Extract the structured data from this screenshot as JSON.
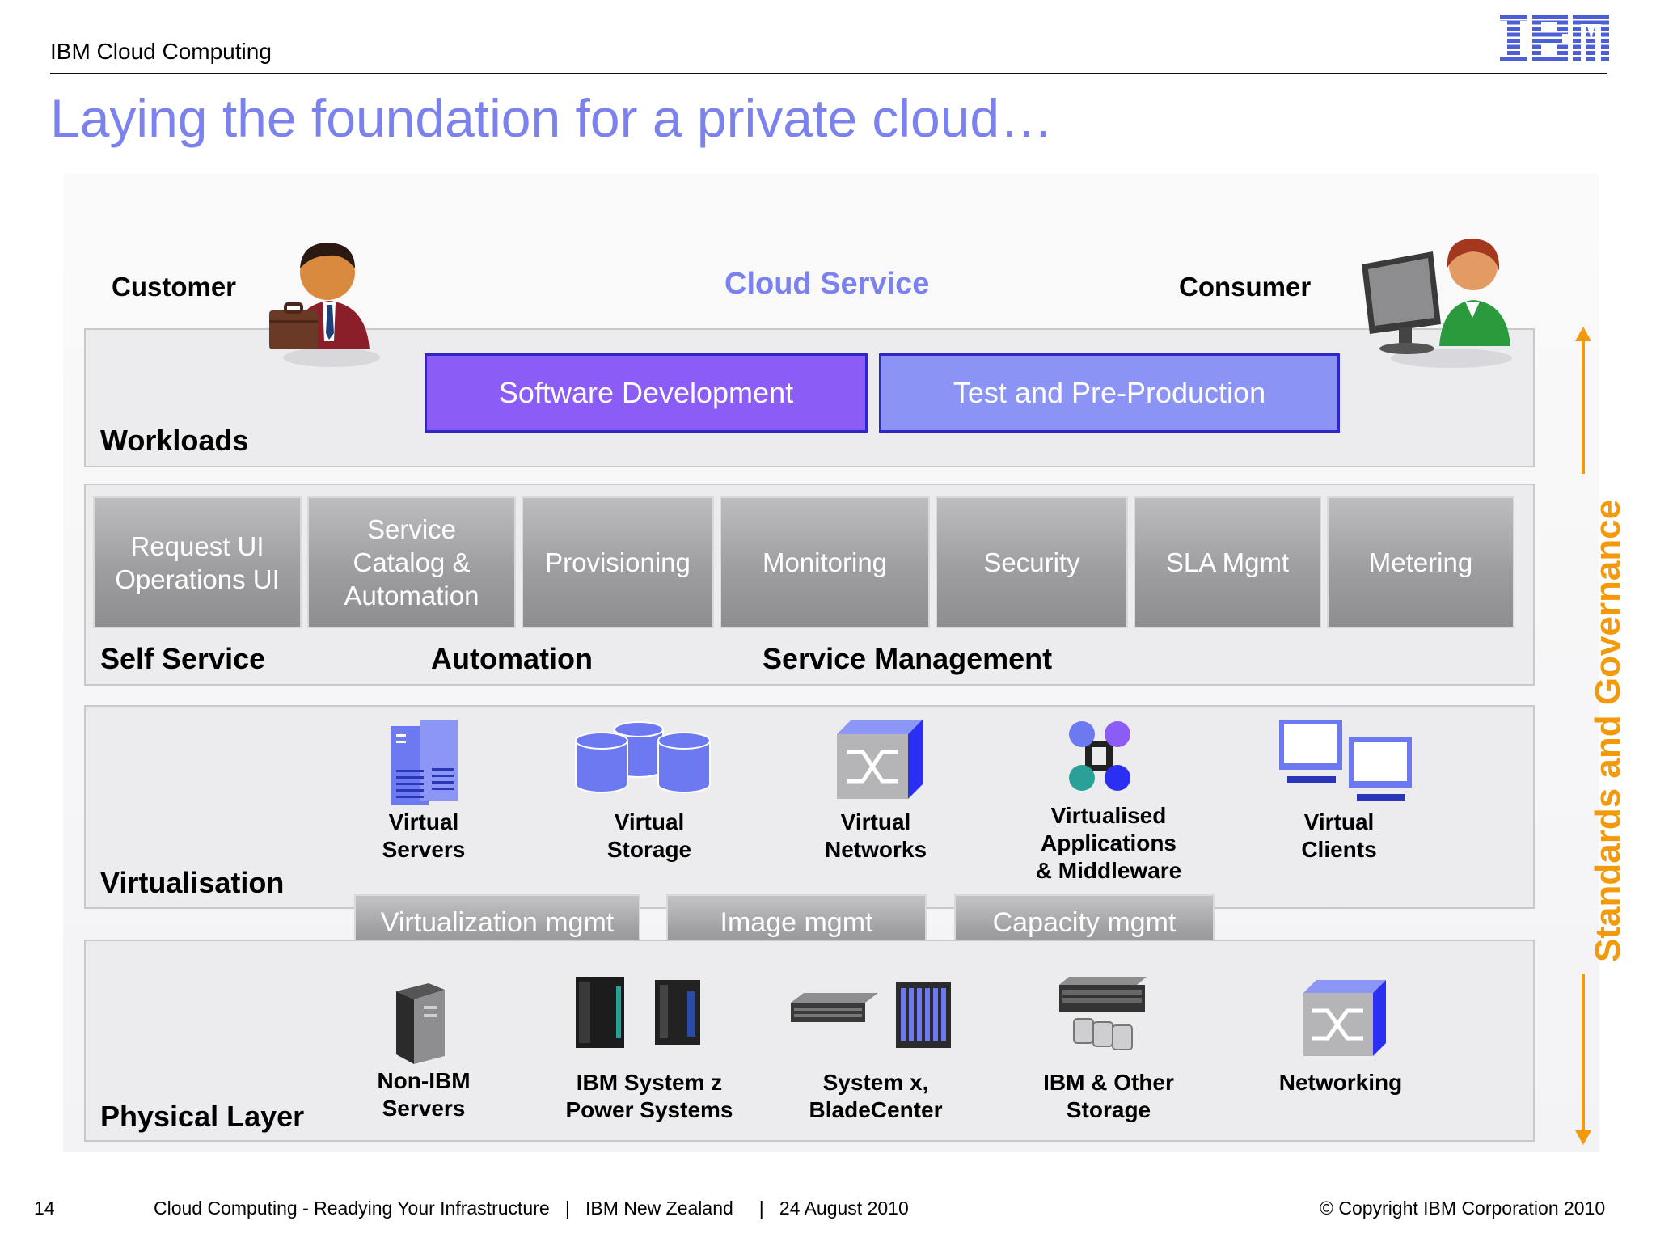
{
  "header": {
    "title": "IBM Cloud Computing",
    "logo": "IBM"
  },
  "slide_title": "Laying the foundation for a private cloud…",
  "roles": {
    "customer": "Customer",
    "cloud_service": "Cloud Service",
    "consumer": "Consumer"
  },
  "workloads": {
    "label": "Workloads",
    "boxes": [
      {
        "label": "Software Development",
        "color": "#8b5cf6"
      },
      {
        "label": "Test and Pre-Production",
        "color": "#8b93f5"
      }
    ]
  },
  "services": {
    "tiles": [
      "Request UI\nOperations UI",
      "Service\nCatalog &\nAutomation",
      "Provisioning",
      "Monitoring",
      "Security",
      "SLA Mgmt",
      "Metering"
    ],
    "labels": [
      "Self Service",
      "Automation",
      "Service Management"
    ]
  },
  "virtualisation": {
    "label": "Virtualisation",
    "items": [
      "Virtual\nServers",
      "Virtual\nStorage",
      "Virtual\nNetworks",
      "Virtualised\nApplications\n& Middleware",
      "Virtual\nClients"
    ]
  },
  "management": [
    "Virtualization mgmt",
    "Image mgmt",
    "Capacity mgmt"
  ],
  "physical": {
    "label": "Physical Layer",
    "items": [
      "Non-IBM\nServers",
      "IBM System z\nPower Systems",
      "System x,\nBladeCenter",
      "IBM & Other\nStorage",
      "Networking"
    ]
  },
  "governance": "Standards and Governance",
  "footer": {
    "page": "14",
    "text": "Cloud Computing - Readying Your Infrastructure   |   IBM New Zealand     |   24 August 2010",
    "copyright": "© Copyright IBM Corporation 2010"
  },
  "colors": {
    "accent": "#7b82ee",
    "governance": "#f29a0c",
    "icon_blue": "#6c79f0"
  }
}
